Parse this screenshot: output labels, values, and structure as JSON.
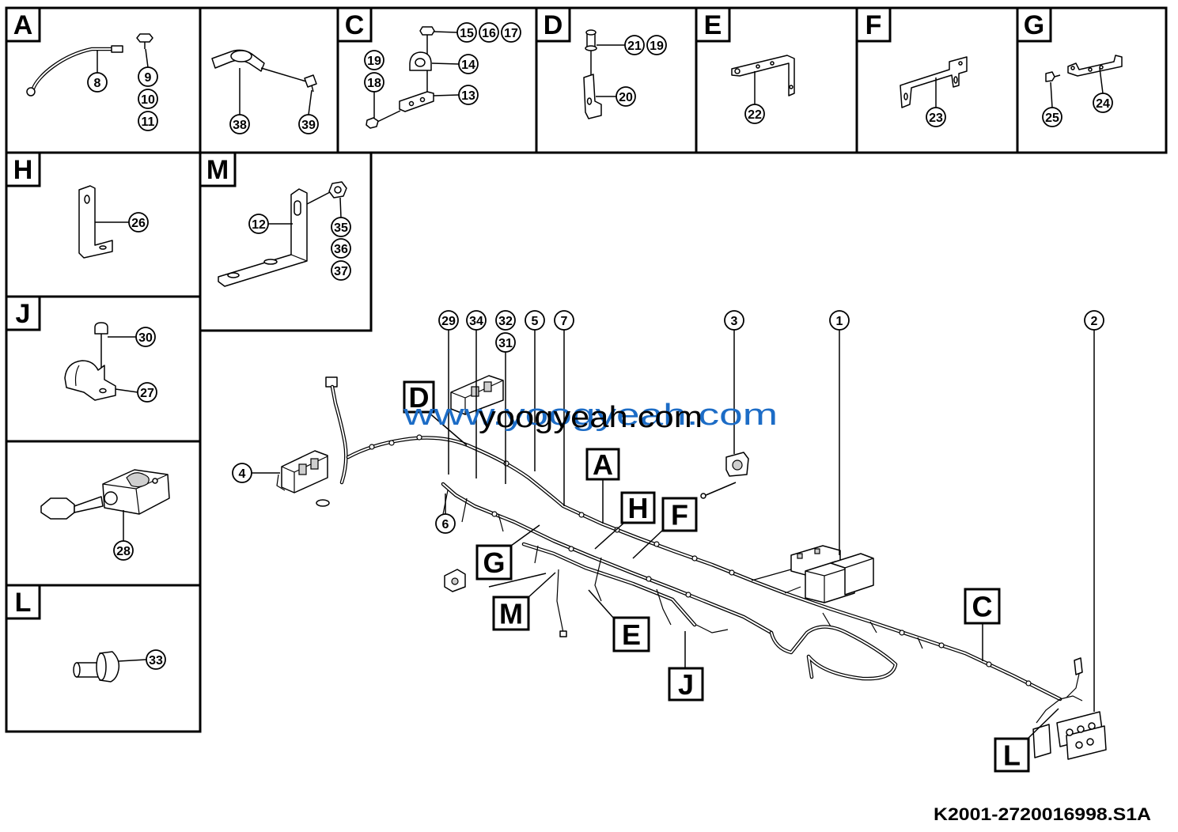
{
  "panels": {
    "A": {
      "label": "A",
      "callouts": [
        "8",
        "9",
        "10",
        "11"
      ]
    },
    "strap": {
      "callouts": [
        "38",
        "39"
      ]
    },
    "C": {
      "label": "C",
      "callouts": [
        "15",
        "16",
        "17",
        "14",
        "19",
        "18",
        "13"
      ]
    },
    "D": {
      "label": "D",
      "callouts": [
        "21",
        "19",
        "20"
      ]
    },
    "E": {
      "label": "E",
      "callouts": [
        "22"
      ]
    },
    "F": {
      "label": "F",
      "callouts": [
        "23"
      ]
    },
    "G": {
      "label": "G",
      "callouts": [
        "25",
        "24"
      ]
    },
    "H": {
      "label": "H",
      "callouts": [
        "26"
      ]
    },
    "M": {
      "label": "M",
      "callouts": [
        "12",
        "35",
        "36",
        "37"
      ]
    },
    "J": {
      "label": "J",
      "callouts": [
        "30",
        "27"
      ]
    },
    "lever": {
      "callouts": [
        "28"
      ]
    },
    "L": {
      "label": "L",
      "callouts": [
        "33"
      ]
    }
  },
  "main": {
    "callouts": [
      "29",
      "34",
      "32",
      "31",
      "5",
      "7",
      "3",
      "1",
      "2",
      "4",
      "6"
    ],
    "detail_markers": [
      "D",
      "A",
      "H",
      "F",
      "G",
      "M",
      "E",
      "J",
      "C",
      "L"
    ]
  },
  "watermark": {
    "primary": "www.yoogyeah.com",
    "overlay": "yoogyeah.com"
  },
  "drawing_number": "K2001-2720016998.S1A",
  "colors": {
    "watermark": "#1c6cc6",
    "line": "#000000",
    "background": "#ffffff"
  }
}
